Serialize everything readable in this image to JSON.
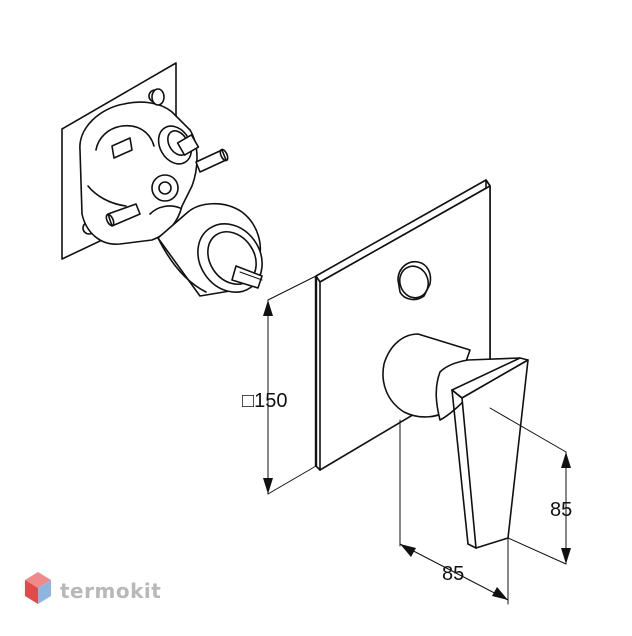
{
  "dimensions": {
    "height_label": "□150",
    "depth_label": "85",
    "width_label": "85"
  },
  "watermark": {
    "brand": "termokit",
    "logo_icon": "termokit-cube-logo-icon",
    "colors": {
      "logo_top": "#f08a8a",
      "logo_left": "#e24a4a",
      "logo_right": "#8fb4e0",
      "text": "#b8b8b8"
    }
  },
  "parts": {
    "icons": [
      "concealed-valve-body-icon",
      "wall-plate-icon",
      "lever-handle-icon",
      "diverter-button-icon"
    ]
  }
}
